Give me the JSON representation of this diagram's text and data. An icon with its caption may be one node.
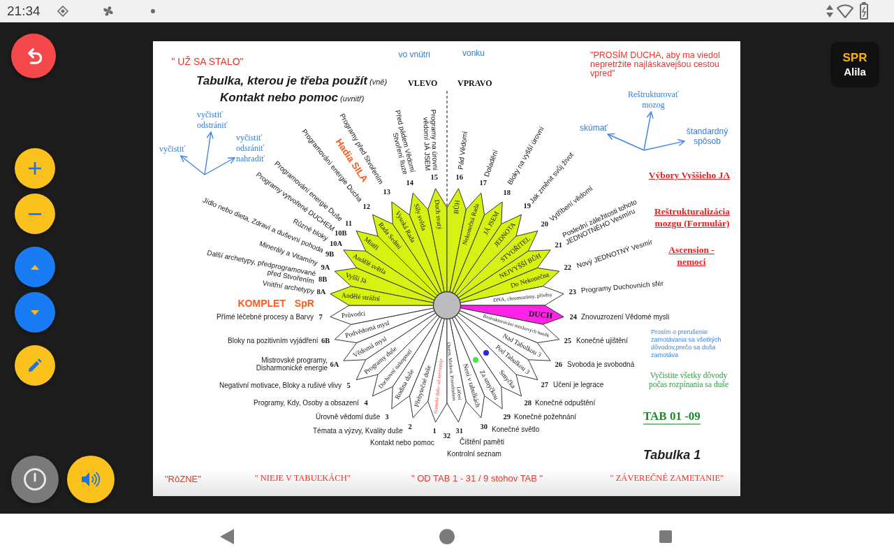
{
  "diagram": {
    "title": "**Tabulka, kterou je třeba použít** (vně)",
    "nodes": [
      {
        "text": [
          "Siamské duše- už neexistuje"
        ]
      },
      {
        "text": [
          "Přebytečné duše"
        ]
      },
      {
        "text": [
          "Rodina duše"
        ]
      },
      {
        "text": [
          "Duchovní nakopnutí"
        ]
      },
      {
        "text": [
          "Programy duše"
        ]
      },
      {
        "text": [
          "Vědomá mysl"
        ]
      },
      {
        "text": [
          "Podvědomá mysl"
        ]
      },
      {
        "text": [
          "Průvodci"
        ]
      },
      {
        "text": [
          "Andělé strážní"
        ]
      },
      {
        "text": [
          "Vyšší Já"
        ]
      },
      {
        "text": [
          "Andělé světla"
        ]
      },
      {
        "text": [
          "Mistři"
        ]
      },
      {
        "text": [
          "Rada Sedmi"
        ]
      },
      {
        "text": [
          "Vysoká Rada"
        ]
      },
      {
        "text": [
          "Síly světla"
        ]
      },
      {
        "text": [
          "Duch svatý"
        ]
      },
      {
        "text": [
          "BŮH"
        ]
      },
      {
        "text": [
          "Nekonečná Rada"
        ]
      },
      {
        "text": [
          "JÁ JSEM"
        ]
      },
      {
        "text": [
          "JEDNOTA"
        ]
      },
      {
        "text": [
          "STVOŘITEL"
        ]
      },
      {
        "text": [
          "NEJVYŠŠÍ BŮH"
        ]
      },
      {
        "text": [
          "Do Nekonečna"
        ]
      },
      {
        "text": [
          "DNA, chromozómy, přívěsy"
        ]
      },
      {
        "text": [
          "DUCH"
        ]
      },
      {
        "text": [
          "Restrukturování mozkových buněk"
        ]
      },
      {
        "text": [
          "Nad Tabulkou 3"
        ]
      },
      {
        "text": [
          "Pod Tabulkou 3"
        ]
      },
      {
        "text": [
          "Smyčka"
        ]
      },
      {
        "text": [
          "Za smyčkou"
        ]
      },
      {
        "text": [
          "Není v tabulkách"
        ]
      },
      {
        "text": [
          "Léčení",
          "Otcem, Matkou, Praroditelem"
        ]
      },
      {
        "text": [
          "vyčistiť odstrániť"
        ]
      },
      {
        "text": [
          "vyčistiť"
        ]
      },
      {
        "text": [
          "vyčistiť odsrániť nahradiť"
        ]
      },
      {
        "text": [
          "Reštrukturovať mozog"
        ]
      },
      {
        "text": [
          "skúmať"
        ]
      },
      {
        "text": [
          "štandardný spôsob"
        ]
      }
    ],
    "edges": [
      {
        "from": null,
        "to": 32,
        "arrow": "to"
      },
      {
        "from": null,
        "to": 33,
        "arrow": "to"
      },
      {
        "from": null,
        "to": 34,
        "arrow": "to"
      },
      {
        "from": null,
        "to": 35,
        "arrow": "to"
      },
      {
        "from": null,
        "to": 36,
        "arrow": "to"
      },
      {
        "from": null,
        "to": 37,
        "arrow": "to"
      }
    ],
    "labels": [
      "21:34",
      "SPR",
      "Alila",
      "\" UŽ SA STALO\"",
      "vo vnútri",
      "vonku",
      "\"PROSÍM DUCHA, aby ma viedol nepretržite najláskavejšou cestou vpred\"",
      "**Kontakt nebo pomoc** (uvnitř)",
      "VLEVO",
      "VPRAVO",
      "Výbory Vyššieho JA",
      "Hadia SILA",
      "Reštrukturalizácia mozgu (Formulár)",
      "Ascension - nemoci",
      "KOMPLET SpR",
      "Prosím o prerušenie zamotávania sa všetkých dôvodov,prečo sa duša zamotáva",
      "Vyčistite všetky dôvody počas rozpínania sa duše",
      "TAB 01 -09",
      "Kontakt nebo pomoc",
      "1",
      "Témata a výzvy, Kvality duše",
      "2",
      "Úrovně vědomí duše",
      "3",
      "Programy, Kdy, Osoby a obsazení",
      "4",
      "Negativní motivace, Bloky a rušivé vlivy",
      "5",
      "Mistrovské programy, Disharmonické energie",
      "6A",
      "Bloky na pozitivním vyjádření",
      "6B",
      "Přímé léčebné procesy a Barvy",
      "7",
      "Vnitřní archetypy",
      "8A",
      "Další archetypy, předprogramované před Stvořením",
      "8B",
      "Minerály a Vitamíny",
      "9A",
      "Jídlo nebo dieta, Zdraví a duševní pohoda",
      "9B",
      "Různé bloky",
      "10A",
      "Programy vytvořené DUCHEM",
      "10B",
      "Programování energie Duše",
      "11",
      "Programování energie Ducha",
      "12",
      "Programy před Stvořením",
      "13",
      "Před pádem Vědomí Stvoření Iluze",
      "14",
      "Programy na úrovni vědomí JÁ JSEM",
      "15",
      "16",
      "Pád Vědomí",
      "17",
      "Doladění",
      "18",
      "Bloky na vyšší úrovni",
      "19",
      "Jak změnit svůj život",
      "20",
      "Vytříbení vědomí",
      "21",
      "Poslední záležitosti tohoto JEDNOTNÉHO Vesmíru",
      "22",
      "Nový JEDNOTNÝ Vesmír",
      "23",
      "Programy Duchovních sfér",
      "24",
      "Znovuzrození Vědomé mysli",
      "25",
      "Konečné ujištění",
      "26",
      "Svoboda je svobodná",
      "27",
      "Učení je legrace",
      "28",
      "Konečné odpuštění",
      "29",
      "Konečné požehnání",
      "32",
      "31",
      "30",
      "Konečné světlo",
      "Čištění paměti",
      "Kontrolní seznam",
      "Tabulka 1",
      "\"RôZNE\"",
      "\" NIEJE V TABUĽKÁCH\"",
      "\" OD TAB 1 - 31 / 9 stohov TAB \"",
      "\" ZÁVEREČNÉ ZAMETANIE\""
    ]
  }
}
